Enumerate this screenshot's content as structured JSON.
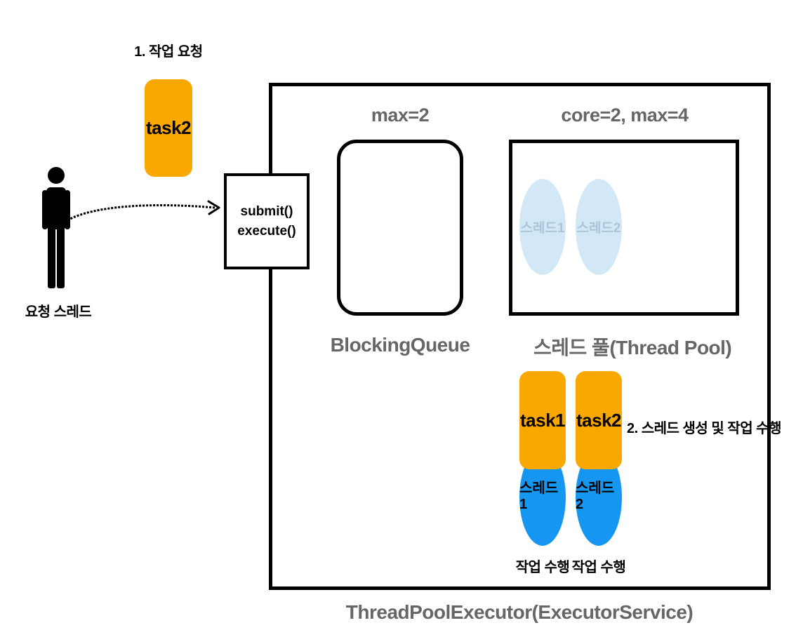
{
  "requester": {
    "label": "요청 스레드",
    "step1_label": "1. 작업 요청",
    "pending_task": "task2"
  },
  "executor": {
    "title": "ThreadPoolExecutor(ExecutorService)",
    "submit_lines": [
      "submit()",
      "execute()"
    ]
  },
  "queue": {
    "capacity_label": "max=2",
    "title": "BlockingQueue"
  },
  "pool": {
    "capacity_label": "core=2, max=4",
    "title": "스레드 풀(Thread Pool)",
    "idle_threads": [
      "스레드1",
      "스레드2"
    ]
  },
  "running": {
    "step2_label": "2. 스레드 생성 및 작업 수행",
    "workers": [
      {
        "task": "task1",
        "thread": "스레드1",
        "status": "작업 수행"
      },
      {
        "task": "task2",
        "thread": "스레드2",
        "status": "작업 수행"
      }
    ]
  },
  "colors": {
    "task": "#F8A800",
    "thread_active": "#1596F0",
    "thread_idle": "#D3E8F7",
    "muted_text": "#666666"
  }
}
